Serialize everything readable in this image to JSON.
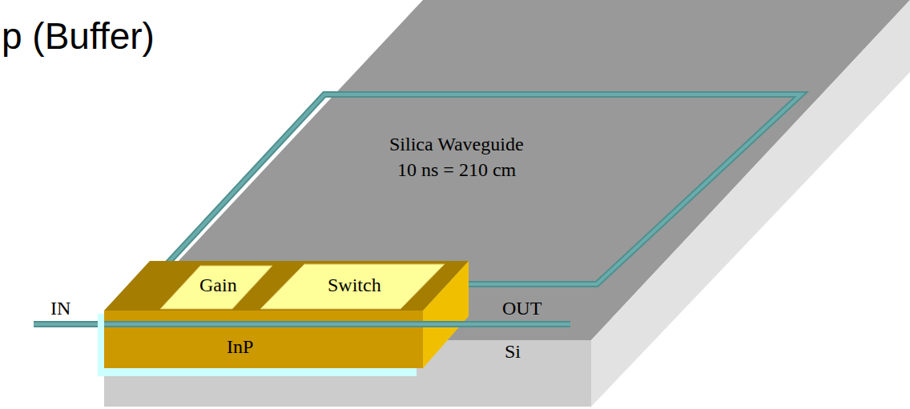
{
  "diagram": {
    "title": "p (Buffer)",
    "nodes": [
      {
        "text": [
          "InP"
        ]
      },
      {
        "text": [
          "Gain"
        ],
        "in": 0
      },
      {
        "text": [
          "Switch"
        ],
        "in": 0
      }
    ],
    "labels": [
      "Silica Waveguide",
      "10 ns = 210 cm",
      "IN",
      "OUT",
      "Si"
    ]
  }
}
